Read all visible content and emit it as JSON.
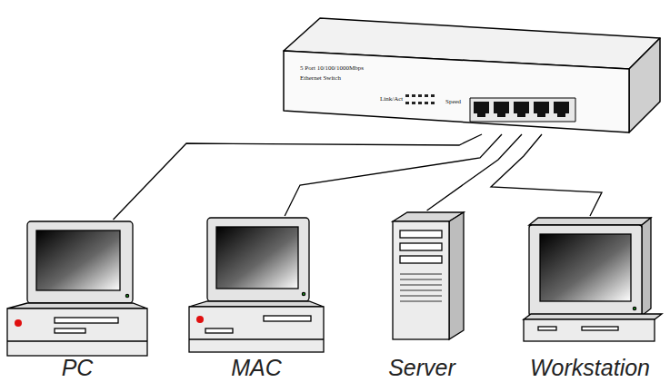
{
  "diagram": {
    "nodes": [
      {
        "text": [
          "5 Port 10/100/1000Mbps",
          "Ethernet Switch"
        ]
      },
      {
        "text": [
          "PC"
        ]
      },
      {
        "text": [
          "MAC"
        ]
      },
      {
        "text": [
          "Server"
        ]
      },
      {
        "text": [
          "Workstation"
        ]
      }
    ],
    "edges": [
      {
        "from": 1,
        "to": 0,
        "arrow": "none"
      },
      {
        "from": 2,
        "to": 0,
        "arrow": "none"
      },
      {
        "from": 3,
        "to": 0,
        "arrow": "none"
      },
      {
        "from": 4,
        "to": 0,
        "arrow": "none"
      }
    ],
    "labels": [
      "Link/Act",
      "Speed"
    ]
  }
}
